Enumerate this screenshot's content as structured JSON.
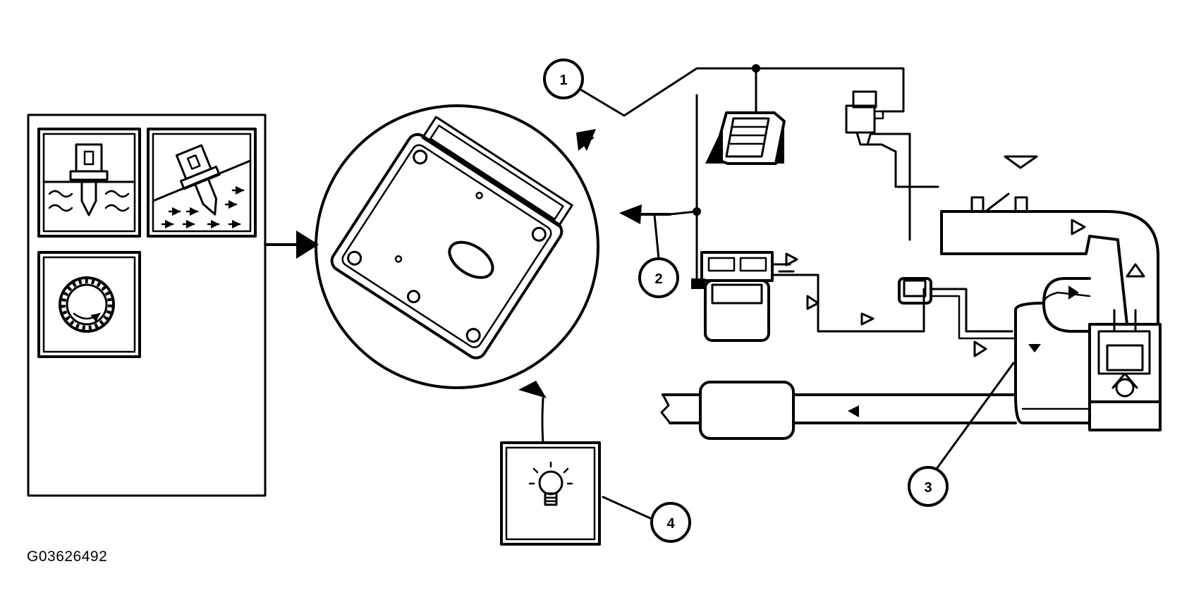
{
  "callouts": [
    {
      "label": "1"
    },
    {
      "label": "2"
    },
    {
      "label": "3"
    },
    {
      "label": "4"
    }
  ],
  "figure_id": "G03626492",
  "icons": {
    "temperature_sensor": "coolant-temperature-sensor-icon",
    "mass_air_flow_sensor": "air-flow-sensor-icon",
    "speed_sensor": "crankshaft-speed-sensor-icon",
    "control_module": "engine-control-module-icon",
    "warning_lamp": "malfunction-indicator-lamp-icon",
    "ignition_coil": "ignition-coil-icon",
    "fuel_injector": "fuel-injector-icon",
    "purge_valve": "purge-valve-icon",
    "canister": "evap-canister-icon",
    "engine": "engine-cylinder-icon",
    "muffler": "muffler-icon"
  },
  "colors": {
    "ink": "#000000",
    "paper": "#ffffff"
  }
}
